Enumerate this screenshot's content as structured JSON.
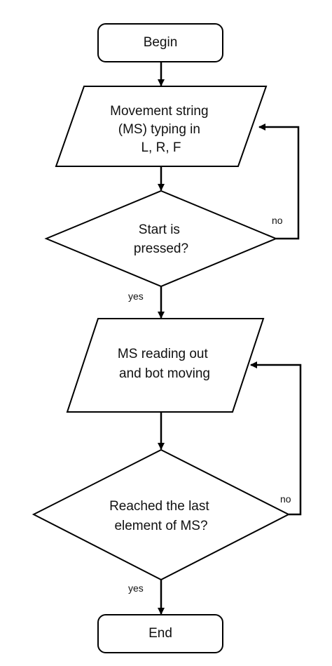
{
  "nodes": {
    "begin": {
      "label": "Begin",
      "shape": "rounded-rectangle"
    },
    "input": {
      "lines": [
        "Movement string",
        "(MS) typing in",
        "L, R, F"
      ],
      "shape": "parallelogram"
    },
    "decision1": {
      "lines": [
        "Start is",
        "pressed?"
      ],
      "shape": "diamond"
    },
    "process": {
      "lines": [
        "MS reading out",
        "and bot moving"
      ],
      "shape": "parallelogram"
    },
    "decision2": {
      "lines": [
        "Reached the last",
        "element of MS?"
      ],
      "shape": "diamond"
    },
    "end": {
      "label": "End",
      "shape": "rounded-rectangle"
    }
  },
  "edges": {
    "decision1_yes": "yes",
    "decision1_no": "no",
    "decision2_yes": "yes",
    "decision2_no": "no"
  },
  "colors": {
    "stroke": "#000000",
    "fill": "#ffffff",
    "text": "#111111"
  }
}
